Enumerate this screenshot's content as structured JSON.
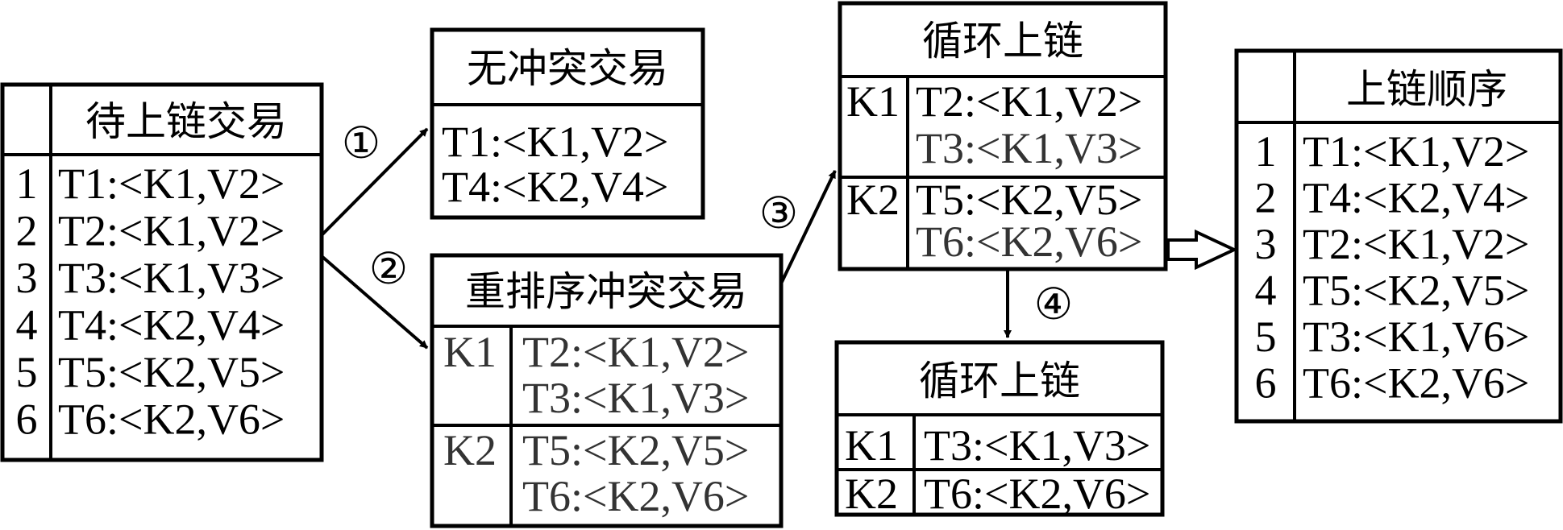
{
  "pending": {
    "title": "待上链交易",
    "rows": [
      {
        "n": "1",
        "tx": "T1:<K1,V2>"
      },
      {
        "n": "2",
        "tx": "T2:<K1,V2>"
      },
      {
        "n": "3",
        "tx": "T3:<K1,V3>"
      },
      {
        "n": "4",
        "tx": "T4:<K2,V4>"
      },
      {
        "n": "5",
        "tx": "T5:<K2,V5>"
      },
      {
        "n": "6",
        "tx": "T6:<K2,V6>"
      }
    ]
  },
  "steps": [
    "①",
    "②",
    "③",
    "④"
  ],
  "no_conflict": {
    "title": "无冲突交易",
    "rows": [
      "T1:<K1,V2>",
      "T4:<K2,V4>"
    ]
  },
  "reorder": {
    "title": "重排序冲突交易",
    "groups": [
      {
        "key": "K1",
        "tx": [
          "T2:<K1,V2>",
          "T3:<K1,V3>"
        ]
      },
      {
        "key": "K2",
        "tx": [
          "T5:<K2,V5>",
          "T6:<K2,V6>"
        ]
      }
    ]
  },
  "loop1": {
    "title": "循环上链",
    "groups": [
      {
        "key": "K1",
        "tx": [
          "T2:<K1,V2>",
          "T3:<K1,V3>"
        ]
      },
      {
        "key": "K2",
        "tx": [
          "T5:<K2,V5>",
          "T6:<K2,V6>"
        ]
      }
    ]
  },
  "loop2": {
    "title": "循环上链",
    "rows": [
      {
        "key": "K1",
        "tx": "T3:<K1,V3>"
      },
      {
        "key": "K2",
        "tx": "T6:<K2,V6>"
      }
    ]
  },
  "order": {
    "title": "上链顺序",
    "rows": [
      {
        "n": "1",
        "tx": "T1:<K1,V2>"
      },
      {
        "n": "2",
        "tx": "T4:<K2,V4>"
      },
      {
        "n": "3",
        "tx": "T2:<K1,V2>"
      },
      {
        "n": "4",
        "tx": "T5:<K2,V5>"
      },
      {
        "n": "5",
        "tx": "T3:<K1,V6>"
      },
      {
        "n": "6",
        "tx": "T6:<K2,V6>"
      }
    ]
  }
}
